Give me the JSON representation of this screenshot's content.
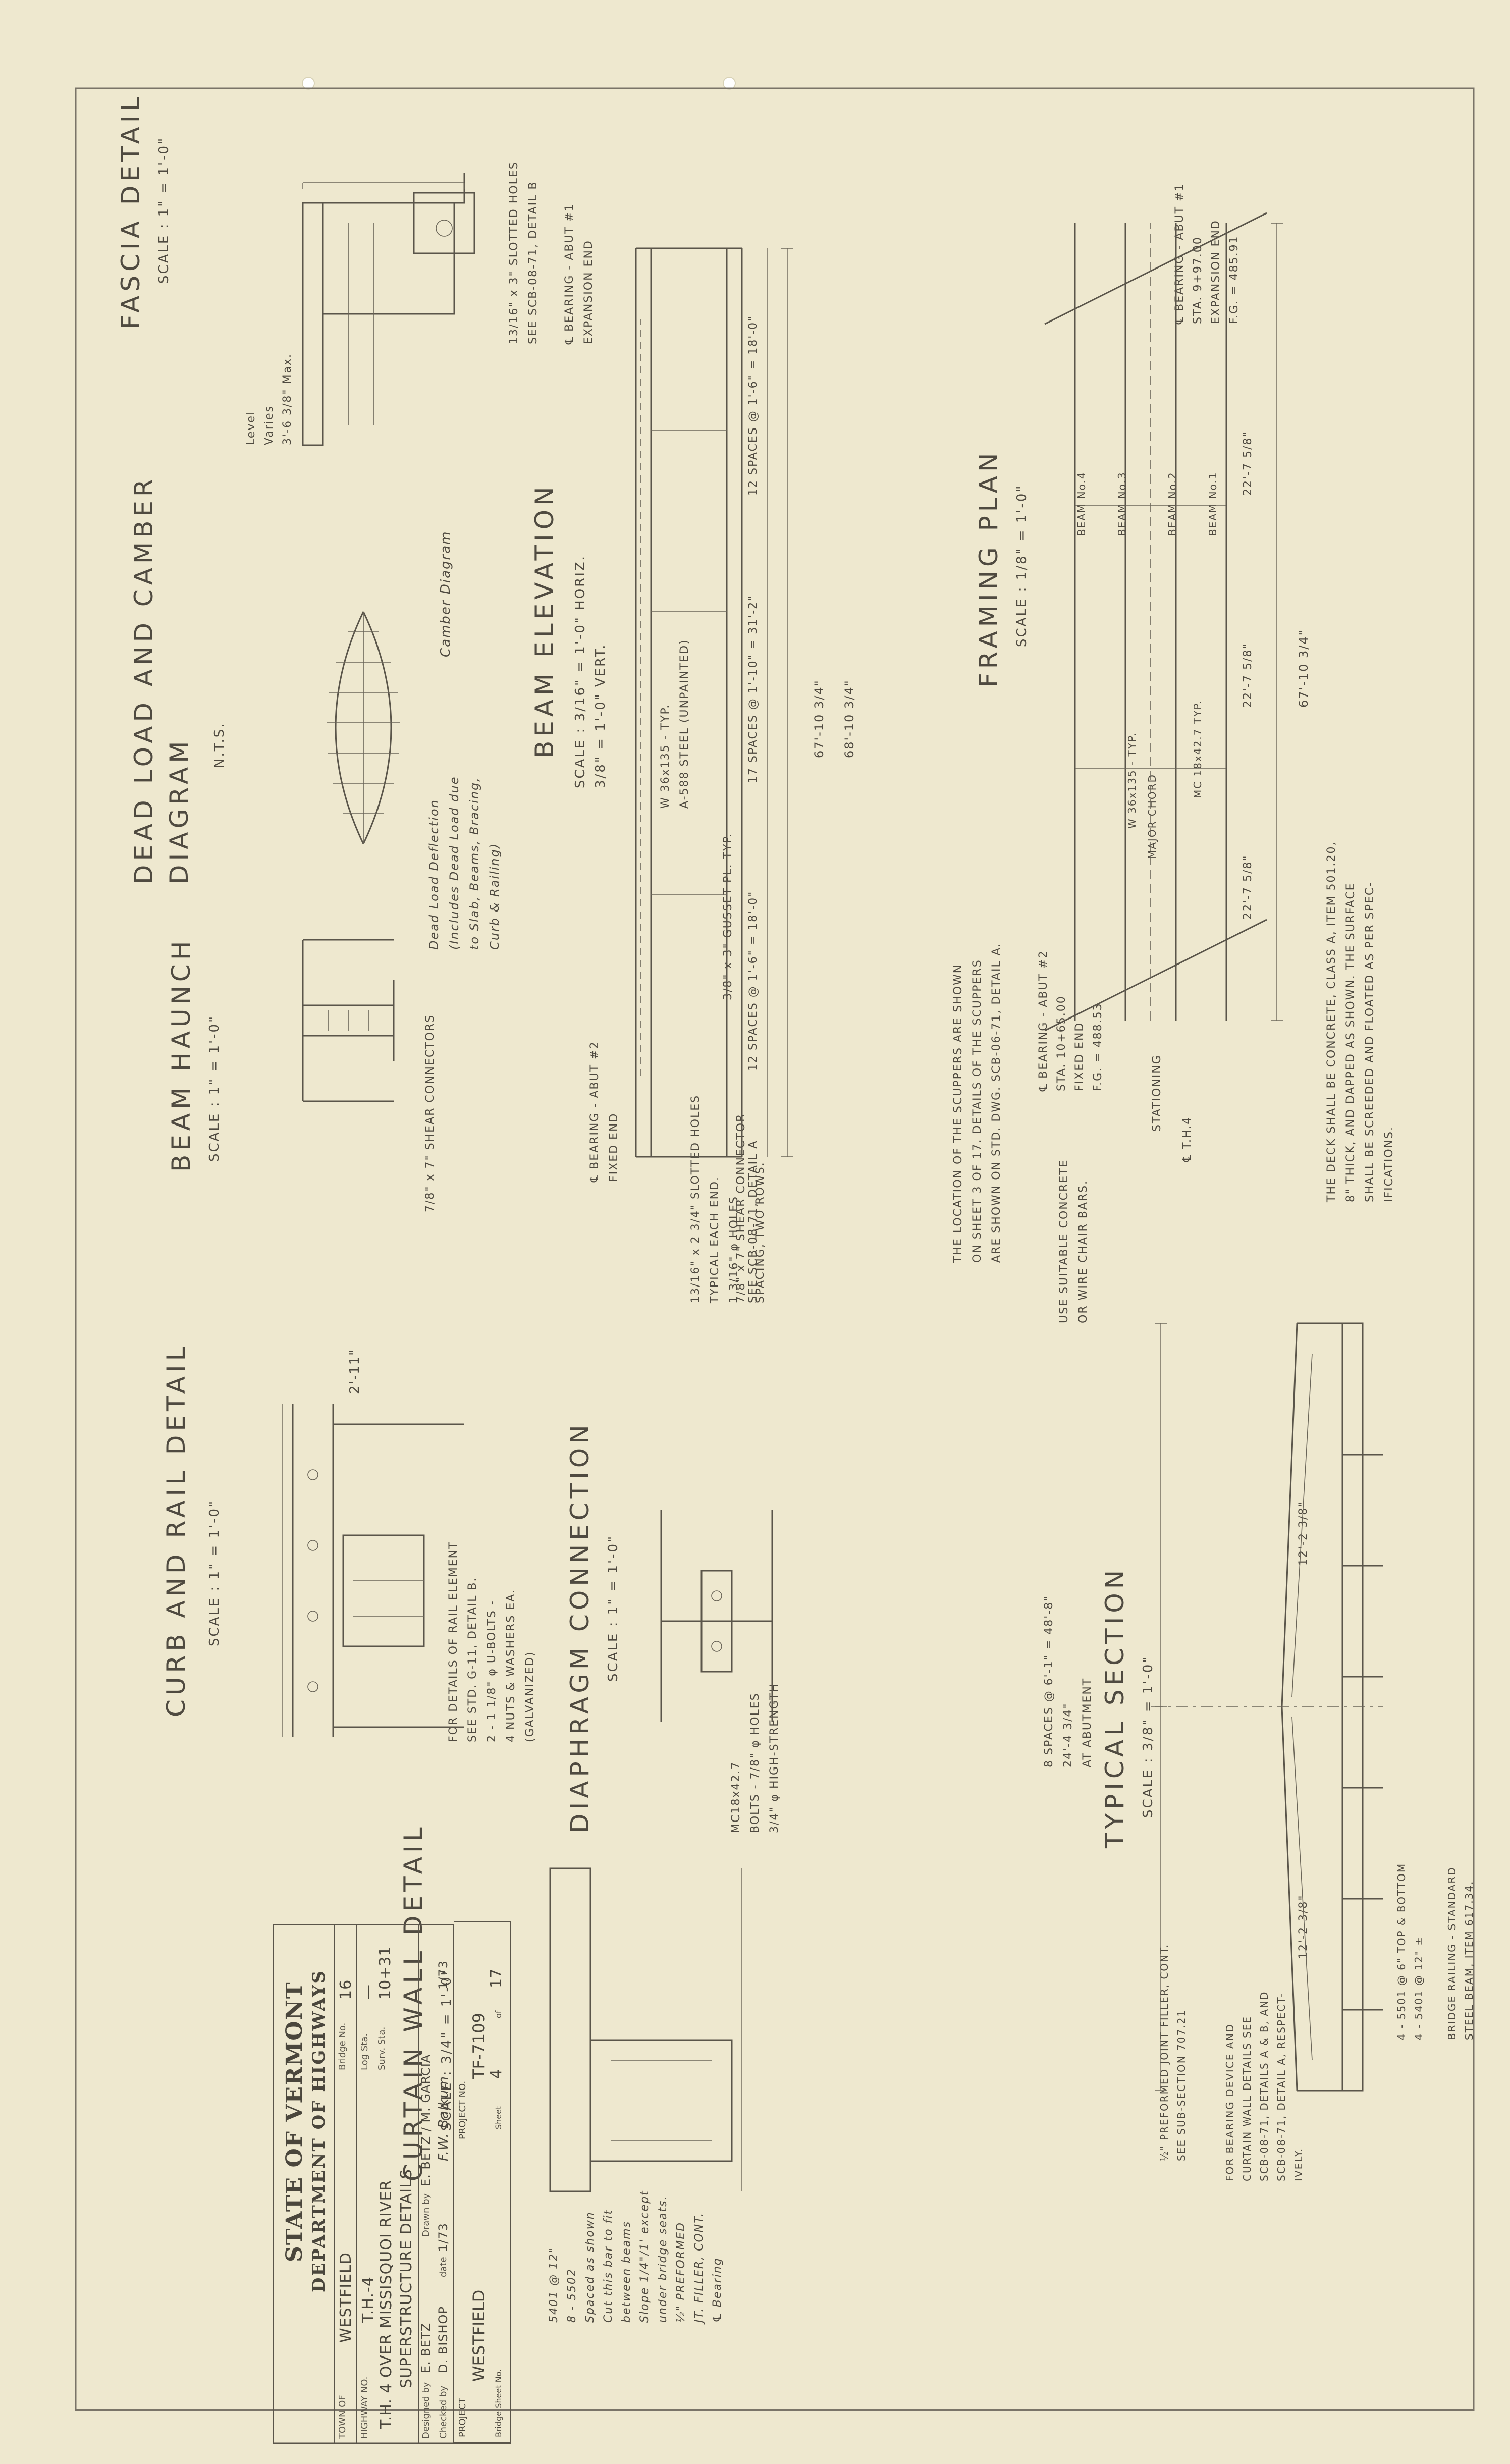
{
  "views": {
    "framing_plan": {
      "title": "FRAMING PLAN",
      "scale": "SCALE : 1/8\" = 1'-0\"",
      "bearing_1": "℄ BEARING - ABUT #1\nSTA. 9+97.00\nEXPANSION END\nF.G. = 485.91",
      "bearing_2": "℄ BEARING - ABUT #2\nSTA. 10+65.00\nFIXED END\nF.G. = 488.53",
      "stationing": "STATIONING",
      "th4": "℄ T.H.4",
      "beams": [
        "BEAM No.1",
        "BEAM No.2",
        "BEAM No.3",
        "BEAM No.4"
      ],
      "mc": "MC 18x42.7 TYP.",
      "w": "W 36x135 - TYP.",
      "major_chord": "MAJOR CHORD",
      "dim_overall": "67'-10 3/4\"",
      "dim_spans": [
        "22'-7 5/8\"",
        "22'-7 5/8\"",
        "22'-7 5/8\""
      ]
    },
    "beam_elevation": {
      "title": "BEAM ELEVATION",
      "scale": "SCALE : 3/16\" = 1'-0\" HORIZ.\n3/8\" = 1'-0\" VERT.",
      "dim_overall": "68'-10 3/4\"",
      "dim_inner": "67'-10 3/4\"",
      "spaces": [
        "12 SPACES @ 1'-6\" = 18'-0\"",
        "17 SPACES @ 1'-10\" = 31'-2\"",
        "12 SPACES @ 1'-6\" = 18'-0\""
      ],
      "steel": "W 36x135 - TYP.\nA-588 STEEL (UNPAINTED)",
      "gusset": "3/8\" x 3\" GUSSET PL. TYP.",
      "slotted": "13/16\" x 3\" SLOTTED HOLES\nSEE SCB-08-71, DETAIL B",
      "exp_end": "℄ BEARING - ABUT #1\nEXPANSION END",
      "fixed_end": "℄ BEARING - ABUT #2\nFIXED END",
      "connector": "7/8\" x 7\" SHEAR CONNECTOR\nSPACING, TWO ROWS.",
      "holes": "13/16\" x 2 3/4\" SLOTTED HOLES\nTYPICAL EACH END.\n1 3/16\" φ HOLES\nSEE SCB-08-71, DETAIL A"
    },
    "fascia": {
      "title": "FASCIA DETAIL",
      "scale": "SCALE : 1\" = 1'-0\"",
      "notes": "Level\nVaries\n3'-6 3/8\" Max."
    },
    "dead_load": {
      "title": "DEAD LOAD AND CAMBER\nDIAGRAM",
      "scale": "N.T.S.",
      "camber": "Camber Diagram",
      "deflection": "Dead Load Deflection\n(Includes Dead Load due\nto Slab, Beams, Bracing,\nCurb & Railing)"
    },
    "beam_haunch": {
      "title": "BEAM HAUNCH",
      "scale": "SCALE : 1\" = 1'-0\"",
      "connector": "7/8\" x 7\" SHEAR CONNECTORS"
    },
    "curb_rail": {
      "title": "CURB AND RAIL DETAIL",
      "scale": "SCALE : 1\" = 1'-0\"",
      "dim": "2'-11\"",
      "notes": "FOR DETAILS OF RAIL ELEMENT\nSEE STD. G-11, DETAIL B.\n2 - 1 1/8\" φ U-BOLTS -\n4 NUTS & WASHERS EA.\n(GALVANIZED)"
    },
    "diaphragm": {
      "title": "DIAPHRAGM CONNECTION",
      "scale": "SCALE : 1\" = 1'-0\"",
      "notes": "MC18x42.7\nBOLTS - 7/8\" φ HOLES\n3/4\" φ HIGH-STRENGTH"
    },
    "curtain_wall": {
      "title": "CURTAIN WALL DETAIL",
      "scale": "SCALE : 3/4\" = 1'-0\"",
      "notes": "5401 @ 12\"\n8 - 5502\nSpaced as shown\nCut this bar to fit\nbetween beams\nSlope 1/4\"/1' except\nunder bridge seats.\n½\" PREFORMED\nJT. FILLER, CONT.\n℄ Bearing"
    },
    "typical_section": {
      "title": "TYPICAL SECTION",
      "scale": "SCALE : 3/8\" = 1'-0\"",
      "notes": "THE DECK SHALL BE CONCRETE, CLASS A, ITEM 501.20,\n8\" THICK, AND DAPPED AS SHOWN. THE SURFACE\nSHALL BE SCREEDED AND FLOATED AS PER SPEC-\nIFICATIONS.",
      "scuppers": "THE LOCATION OF THE SCUPPERS ARE SHOWN\nON SHEET 3 OF 17. DETAILS OF THE SCUPPERS\nARE SHOWN ON STD. DWG. SCB-06-71, DETAIL A.",
      "bars": "USE SUITABLE CONCRETE\nOR WIRE CHAIR BARS.",
      "spacing": "8 SPACES @ 6'-1\" = 48'-8\"\n24'-4 3/4\"\nAT ABUTMENT",
      "widths": [
        "12'-2 3/8\"",
        "12'-2 3/8\""
      ],
      "railing": "BRIDGE RAILING - STANDARD\nSTEEL BEAM, ITEM 617.34.",
      "curtain": "FOR BEARING DEVICE AND\nCURTAIN WALL DETAILS SEE\nSCB-08-71, DETAILS A & B, AND\nSCB-08-71, DETAIL A, RESPECT-\nIVELY.",
      "filler": "½\" PREFORMED JOINT FILLER, CONT.\nSEE SUB-SECTION 707.21",
      "bars2": "4 - 5501 @ 6\" TOP & BOTTOM\n4 - 5401 @ 12\" ±"
    }
  },
  "title_block": {
    "state": "STATE OF VERMONT",
    "dept": "DEPARTMENT OF HIGHWAYS",
    "town_label": "TOWN OF",
    "town": "WESTFIELD",
    "highway_label": "HIGHWAY NO.",
    "highway": "T.H.-4",
    "bridge_no_label": "Bridge No.",
    "bridge_no": "16",
    "log_sta_label": "Log Sta.",
    "log_sta": "—",
    "surv_sta_label": "Surv. Sta.",
    "surv_sta": "10+31",
    "desc1": "T.H. 4 OVER MISSISQUOI RIVER",
    "desc2": "SUPERSTRUCTURE DETAILS",
    "designed_label": "Designed by",
    "designed": "E. BETZ",
    "drawn_label": "Drawn by",
    "drawn": "E. BETZ / M. GARCIA",
    "checked_label": "Checked by",
    "checked": "D. BISHOP",
    "date_label": "date",
    "date": "1/73",
    "engineer": "F.W. Balkum",
    "eng_date": "1/73",
    "project_label": "PROJECT",
    "project": "WESTFIELD",
    "project_no_label": "PROJECT NO.",
    "project_no": "TF-7109",
    "bridge_sheet_label": "Bridge Sheet No.",
    "sheet_label": "Sheet",
    "sheet": "4",
    "of_label": "of",
    "of": "17"
  }
}
